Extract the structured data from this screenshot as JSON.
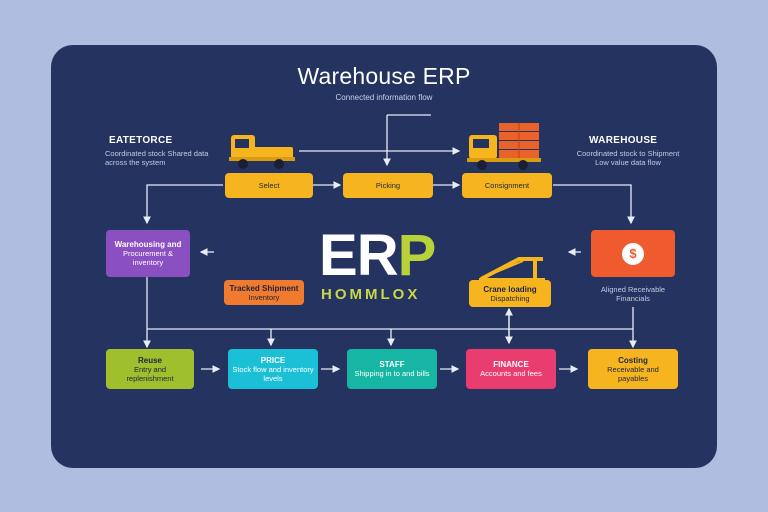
{
  "title": "Warehouse ERP",
  "subtitle": "Connected information flow",
  "left": {
    "title": "EATETORCE",
    "desc": "Coordinated stock Shared data across the system"
  },
  "right": {
    "title": "WAREHOUSE",
    "desc": "Coordinated stock to Shipment Low value data flow"
  },
  "top_boxes": [
    {
      "label": "Select",
      "color": "#f6b51e"
    },
    {
      "label": "Picking",
      "color": "#f6b51e"
    },
    {
      "label": "Consignment",
      "color": "#f6b51e"
    }
  ],
  "left_card": {
    "title": "Warehousing and",
    "desc": "Procurement & inventory",
    "color": "#8a4fc0"
  },
  "orange_left": {
    "title": "Tracked Shipment",
    "desc": "Inventory",
    "color": "#f07a2e"
  },
  "erp": {
    "big": "ERP",
    "sub": "HOMMLOX"
  },
  "center_yellow": {
    "title": "Crane loading",
    "desc": "Dispatching",
    "color": "#f6b51e"
  },
  "right_card": {
    "symbol": "$",
    "color": "#ef5a2f",
    "label1": "Aligned Receivable",
    "label2": "Financials"
  },
  "bottom_boxes": [
    {
      "title": "Reuse",
      "desc": "Entry and replenishment",
      "color": "#9fbf2d"
    },
    {
      "title": "PRICE",
      "desc": "Stock flow and inventory levels",
      "color": "#1cc0d6"
    },
    {
      "title": "STAFF",
      "desc": "Shipping in to and bills",
      "color": "#17b6a4"
    },
    {
      "title": "FINANCE",
      "desc": "Accounts and fees",
      "color": "#ea3d6f"
    },
    {
      "title": "Costing",
      "desc": "Receivable and payables",
      "color": "#f6b51e"
    }
  ]
}
